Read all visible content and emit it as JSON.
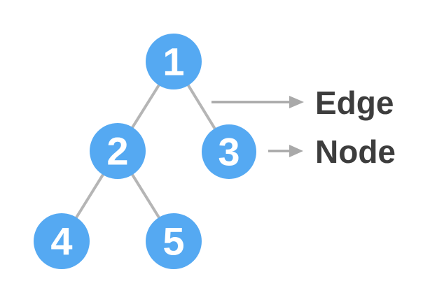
{
  "diagram": {
    "type": "binary-tree",
    "tree": {
      "nodes": [
        {
          "label": "1"
        },
        {
          "label": "2"
        },
        {
          "label": "3"
        },
        {
          "label": "4"
        },
        {
          "label": "5"
        }
      ],
      "edges": [
        "1-2",
        "1-3",
        "2-4",
        "2-5"
      ]
    },
    "annotations": {
      "edge": {
        "label": "Edge"
      },
      "node": {
        "label": "Node"
      }
    },
    "colors": {
      "background": "#FFFFFF",
      "node_fill": "#55A9F2",
      "node_text": "#FFFFFF",
      "tree_edge": "#B5B5B5",
      "arrow": "#A9A9A9",
      "label_text": "#3D3D3D"
    }
  }
}
